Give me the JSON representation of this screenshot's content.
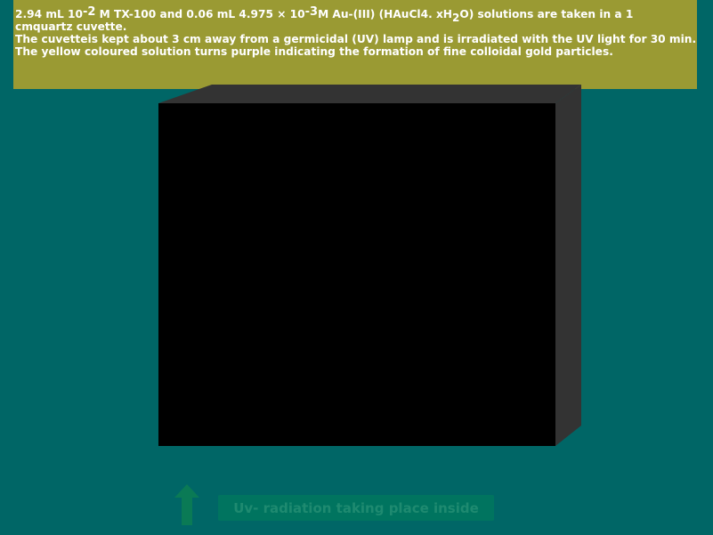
{
  "description": {
    "line1": {
      "part1": "2.94 mL 10",
      "exp1": "-2",
      "part2": " M TX-100 and 0.06 mL 4.975 × 10",
      "exp2": "-3",
      "part3": "M Au-(III) (HAuCl4. xH",
      "sub1": "2",
      "part4": "O) solutions are taken in a 1"
    },
    "line2": "cmquartz cuvette.",
    "line3": "The cuvetteis kept about 3 cm away from a germicidal (UV) lamp and is irradiated with the UV light for 30 min.",
    "line4": "The yellow coloured solution turns purple indicating the formation of fine colloidal gold particles."
  },
  "colors": {
    "background": "#006666",
    "banner": "#9a9a33",
    "box_front": "#000000",
    "box_side": "#333333",
    "button": "#00745f",
    "button_text": "#1e8a70",
    "arrow": "#0a7a55"
  },
  "status_button": {
    "label": "Uv- radiation taking place inside"
  },
  "icons": {
    "arrow": "up-arrow-icon"
  }
}
